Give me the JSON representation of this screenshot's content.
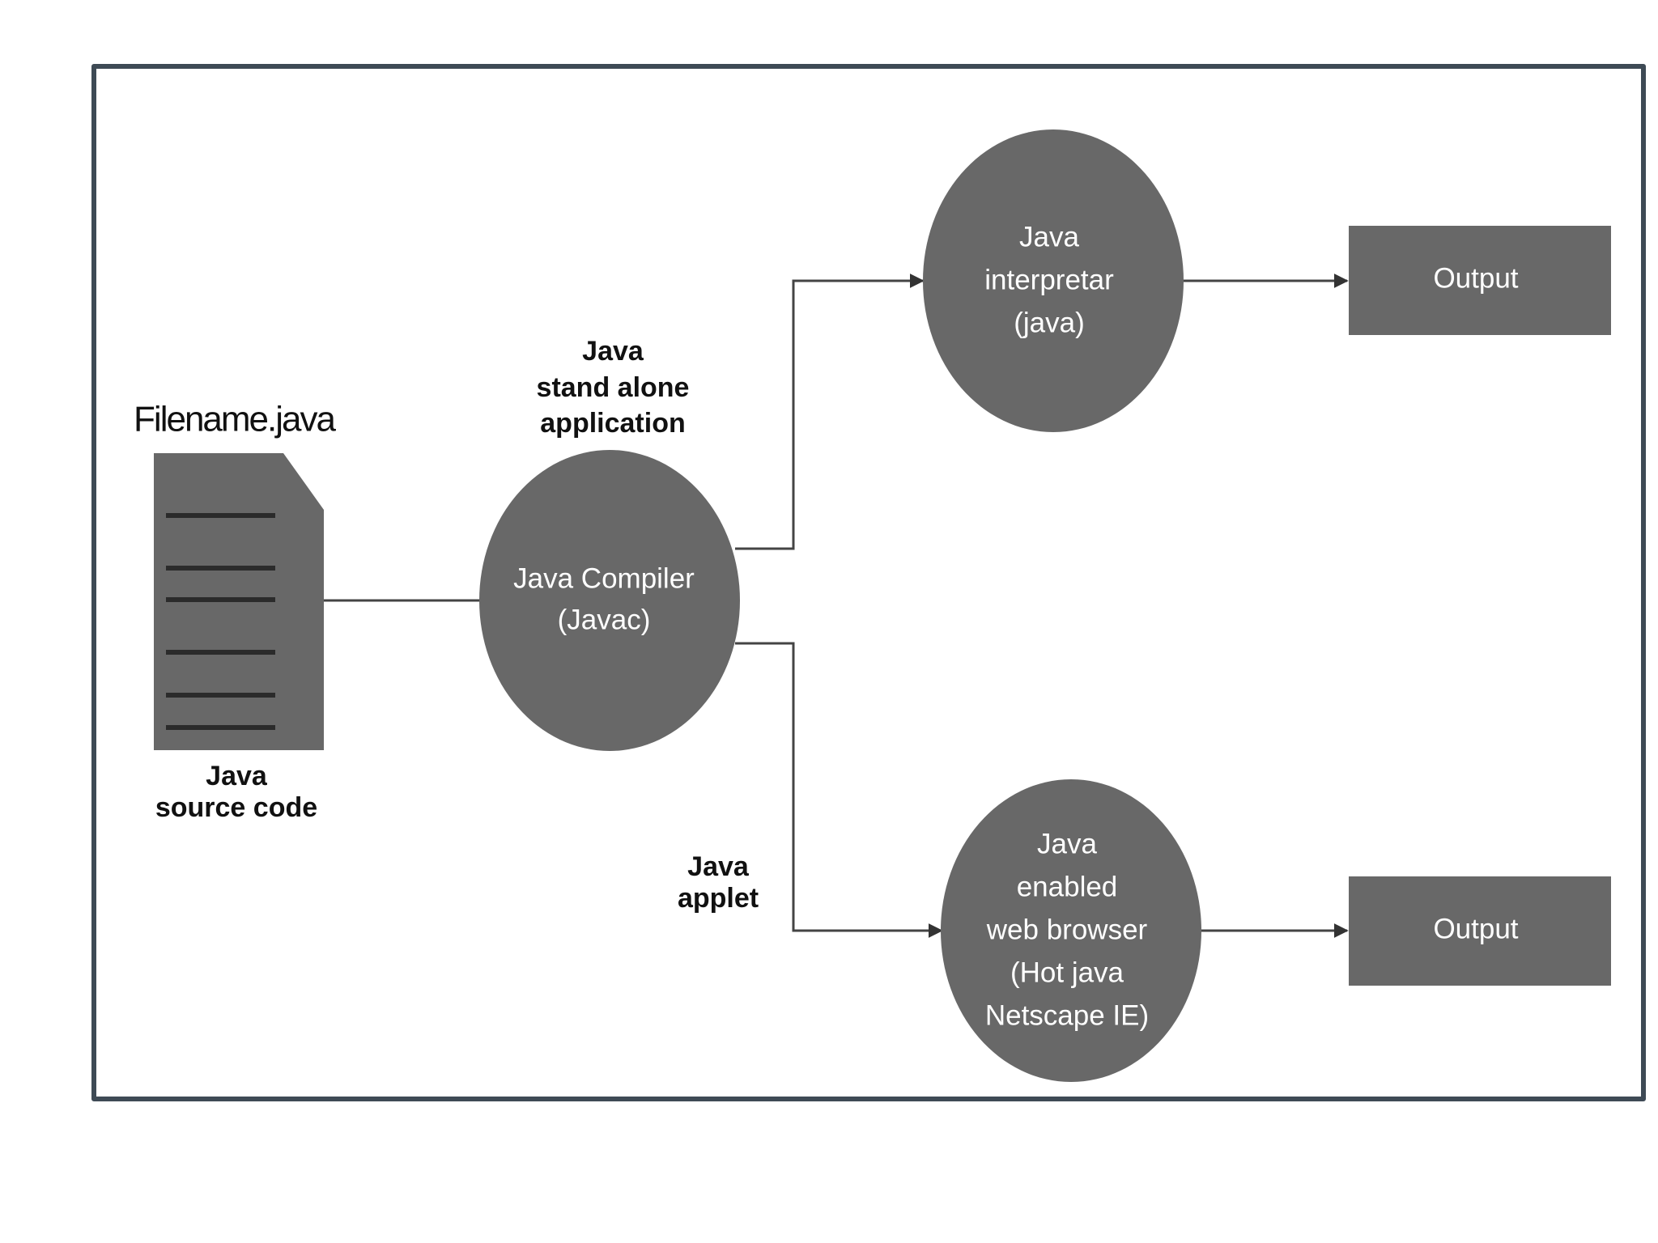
{
  "diagram": {
    "source_file": {
      "title": "Filename.java",
      "caption": [
        "Java",
        "source code"
      ]
    },
    "compiler": {
      "label": [
        "Java Compiler",
        "(Javac)"
      ]
    },
    "branch_standalone": {
      "label": [
        "Java",
        "stand alone",
        "application"
      ]
    },
    "branch_applet": {
      "label": [
        "Java",
        "applet"
      ]
    },
    "interpreter": {
      "label": [
        "Java",
        "interpretar",
        "(java)"
      ]
    },
    "browser": {
      "label": [
        "Java",
        "enabled",
        "web browser",
        "(Hot java",
        "Netscape IE)"
      ]
    },
    "output_top": {
      "label": "Output"
    },
    "output_bottom": {
      "label": "Output"
    }
  },
  "colors": {
    "node_fill": "#686868",
    "frame_border": "#3e4a55",
    "connector": "#444444"
  }
}
